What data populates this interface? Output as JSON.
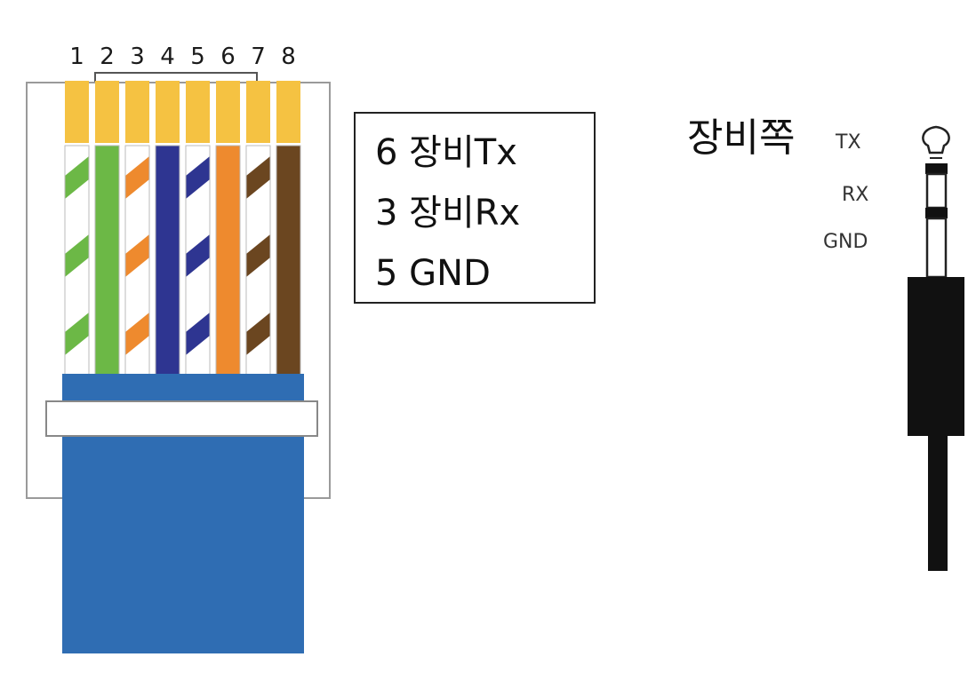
{
  "rj45": {
    "pin_numbers": [
      "1",
      "2",
      "3",
      "4",
      "5",
      "6",
      "7",
      "8"
    ],
    "wires": [
      {
        "pin": "1",
        "color": "#6cb846",
        "striped": true
      },
      {
        "pin": "2",
        "color": "#6cb846",
        "striped": false
      },
      {
        "pin": "3",
        "color": "#ee8a2e",
        "striped": true
      },
      {
        "pin": "4",
        "color": "#2e3591",
        "striped": false
      },
      {
        "pin": "5",
        "color": "#2e3591",
        "striped": true
      },
      {
        "pin": "6",
        "color": "#ee8a2e",
        "striped": false
      },
      {
        "pin": "7",
        "color": "#6b4620",
        "striped": true
      },
      {
        "pin": "8",
        "color": "#6b4620",
        "striped": false
      }
    ],
    "contact_color": "#f5c242",
    "boot_color": "#2f6db3",
    "paired_pins": [
      "2",
      "7"
    ]
  },
  "legend": {
    "lines": [
      "6 장비Tx",
      "3 장비Rx",
      "5 GND"
    ]
  },
  "jack": {
    "title": "장비쪽",
    "labels": {
      "tx": "TX",
      "rx": "RX",
      "gnd": "GND"
    }
  }
}
